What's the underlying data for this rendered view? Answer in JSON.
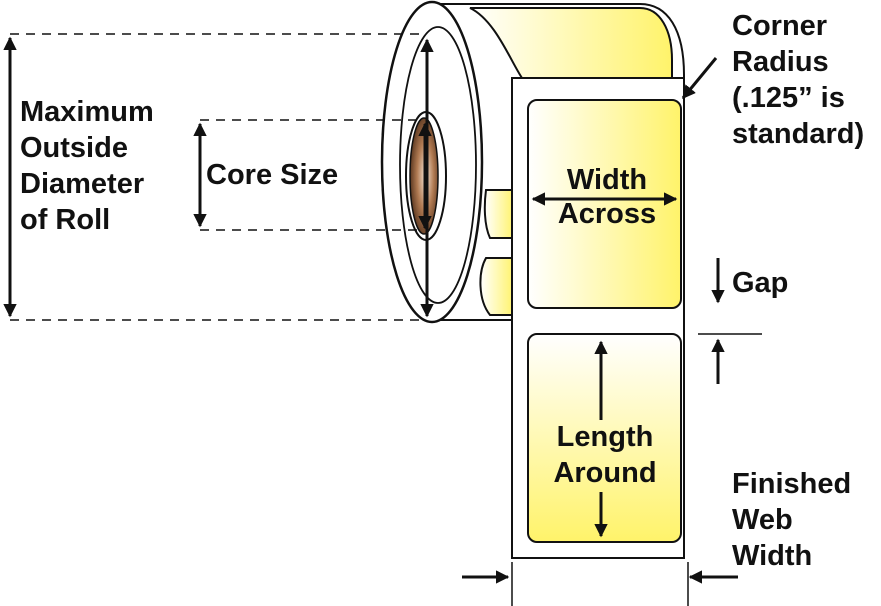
{
  "labels": {
    "max_diameter": [
      "Maximum",
      "Outside",
      "Diameter",
      "of Roll"
    ],
    "core_size": "Core Size",
    "corner_radius": [
      "Corner",
      "Radius",
      "(.125” is",
      "standard)"
    ],
    "width_across": [
      "Width",
      "Across"
    ],
    "gap": "Gap",
    "length_around": [
      "Length",
      "Around"
    ],
    "finished_web_width": [
      "Finished",
      "Web",
      "Width"
    ]
  },
  "colors": {
    "label_fill": "#fff36a",
    "outline": "#111111",
    "core": "#7a4a2c"
  }
}
